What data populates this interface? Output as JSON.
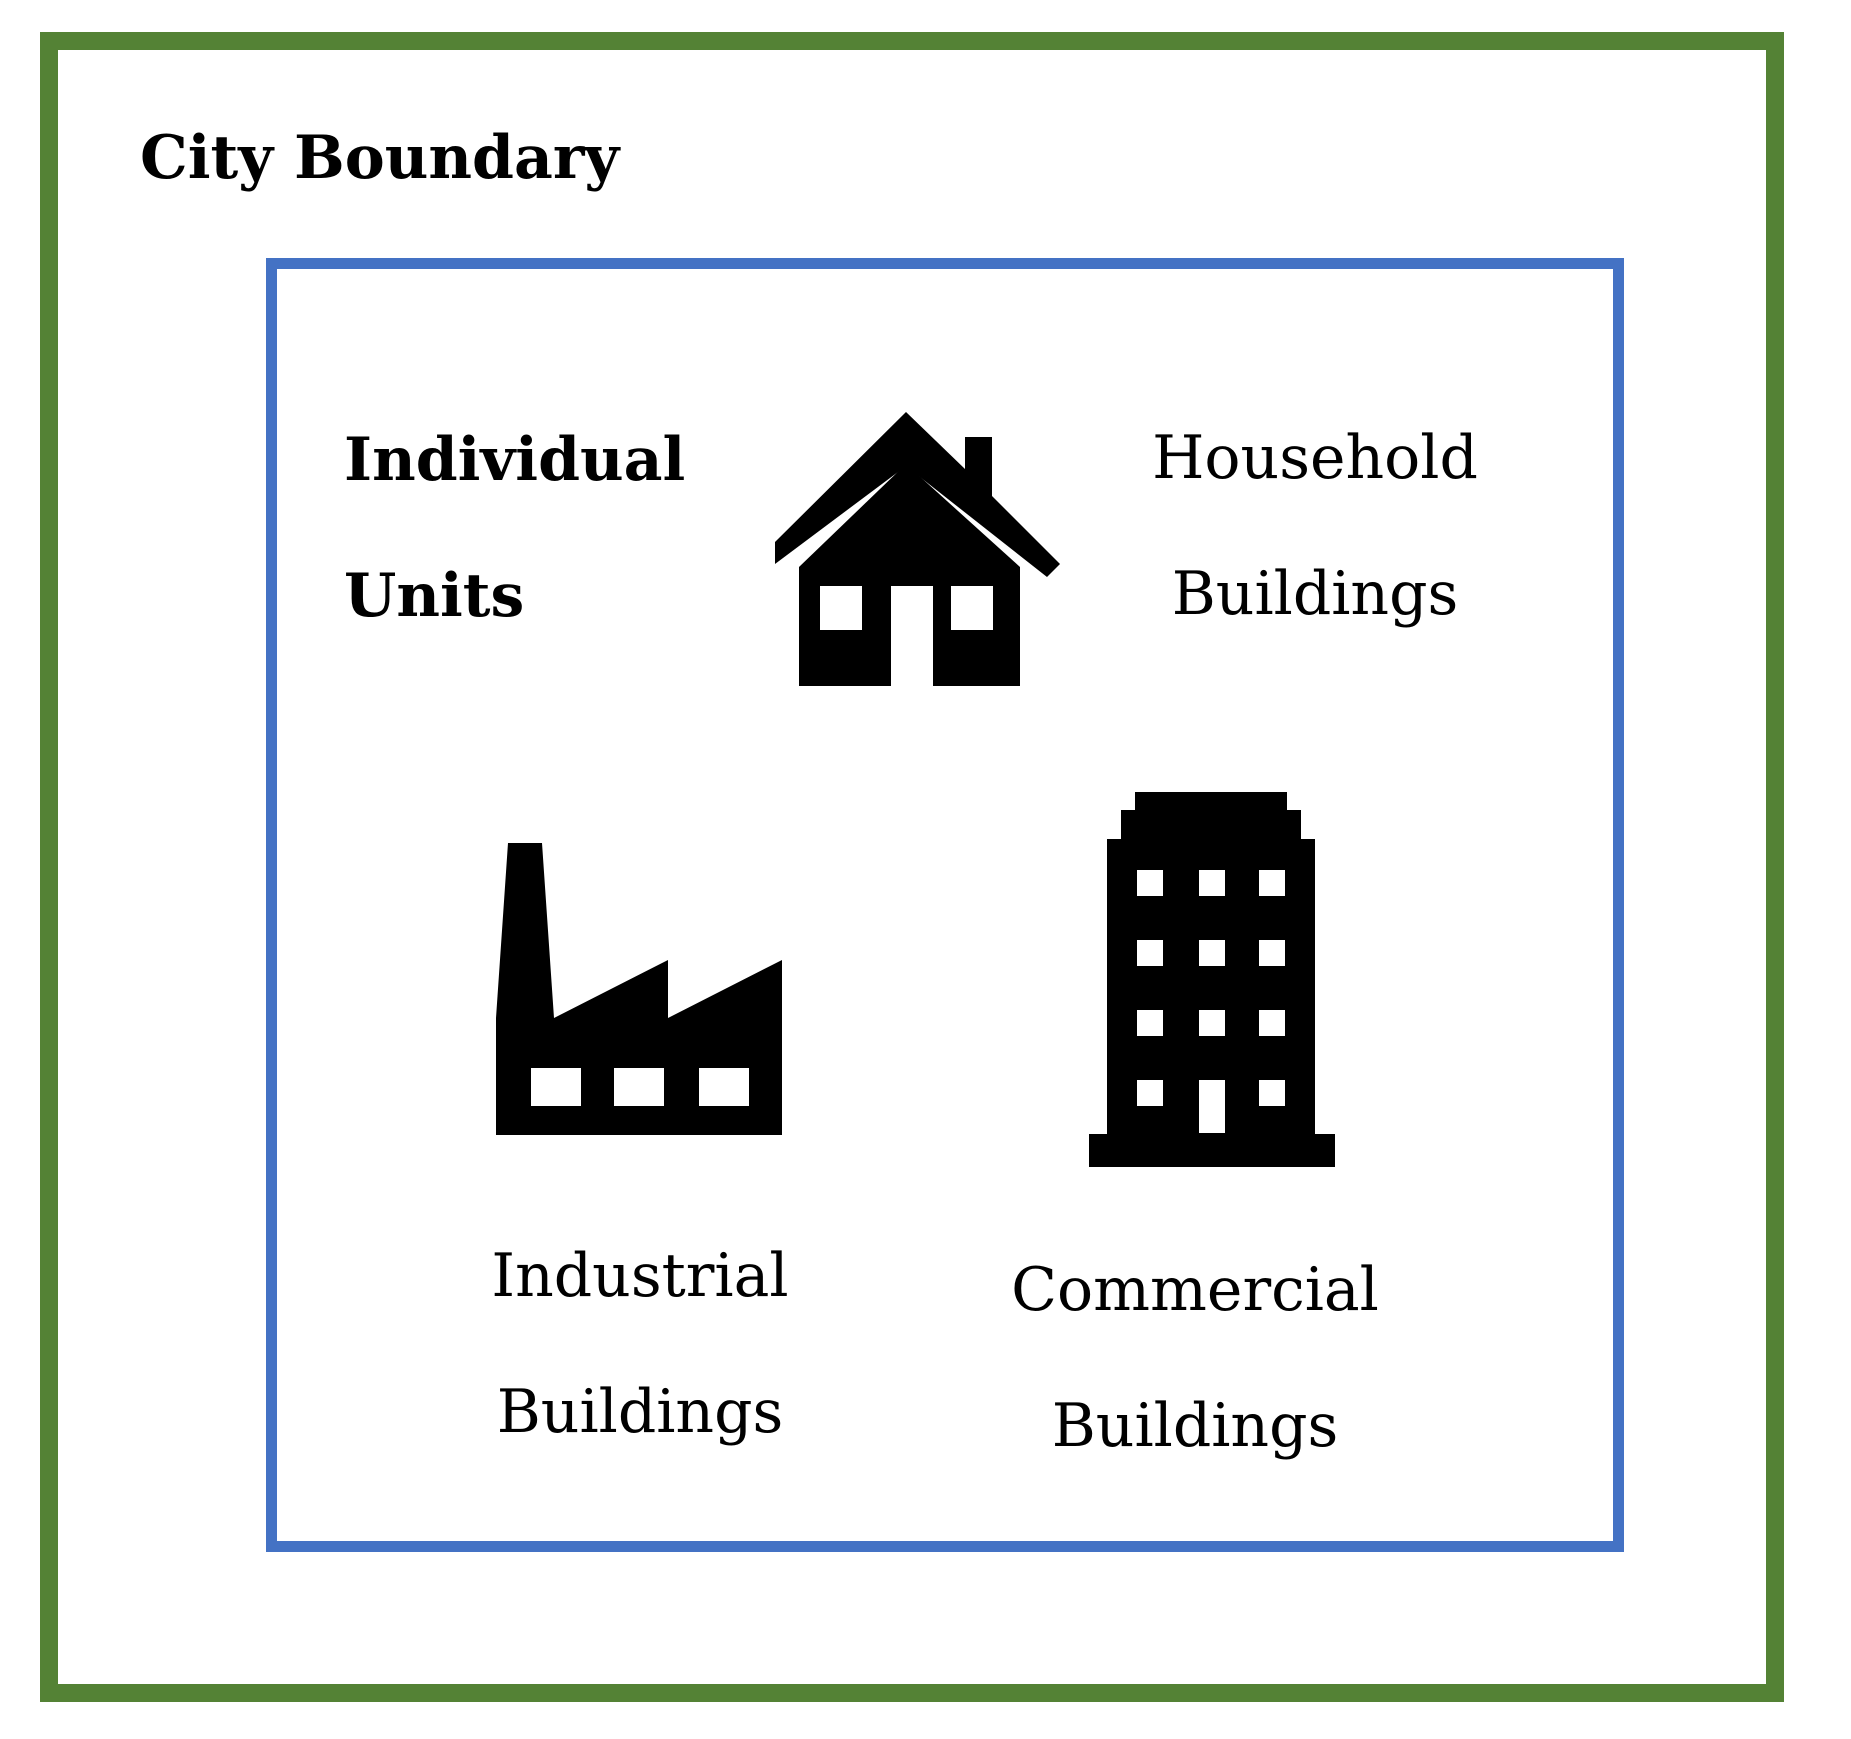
{
  "title": "City Boundary",
  "group": {
    "label_line1": "Individual",
    "label_line2": "Units"
  },
  "units": [
    {
      "icon": "house-icon",
      "line1": "Household",
      "line2": "Buildings"
    },
    {
      "icon": "factory-icon",
      "line1": "Industrial",
      "line2": "Buildings"
    },
    {
      "icon": "office-building-icon",
      "line1": "Commercial",
      "line2": "Buildings"
    }
  ],
  "colors": {
    "outer_border": "#548235",
    "inner_border": "#4472C4",
    "icon_fill": "#000000"
  }
}
